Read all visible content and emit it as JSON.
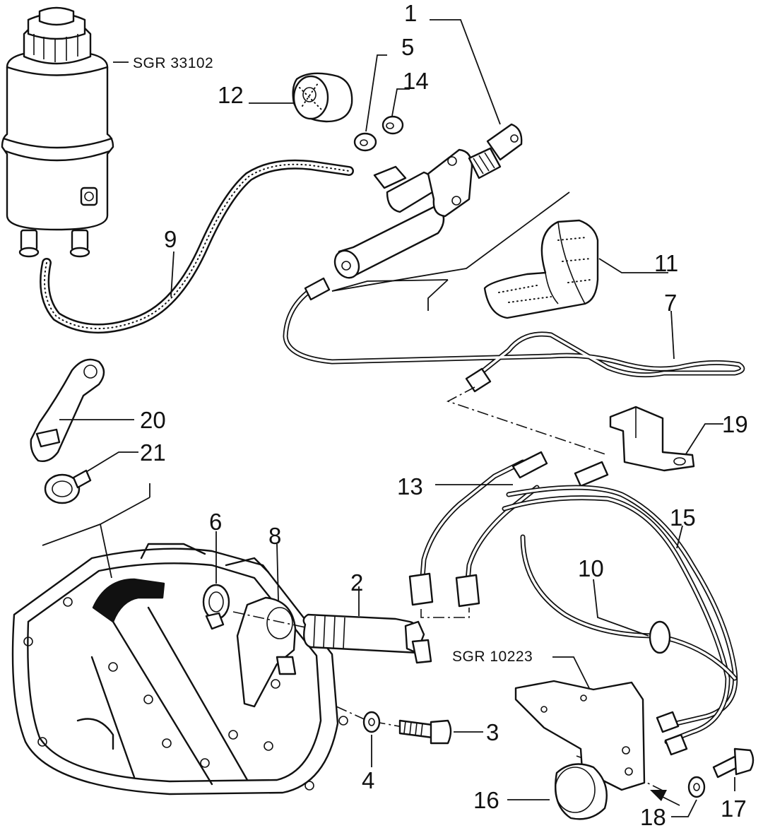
{
  "callouts": [
    "1",
    "2",
    "3",
    "4",
    "5",
    "6",
    "7",
    "8",
    "9",
    "10",
    "11",
    "12",
    "13",
    "14",
    "15",
    "16",
    "17",
    "18",
    "19",
    "20",
    "21"
  ],
  "references": {
    "reservoir_code": "SGR 33102",
    "bracket_code": "SGR 10223"
  }
}
